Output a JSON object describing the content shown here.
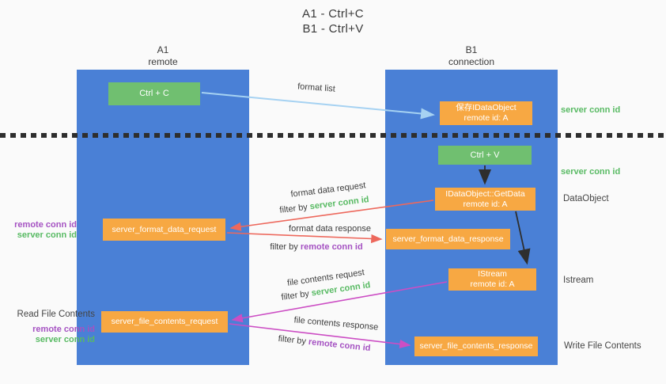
{
  "title": {
    "line1": "A1 - Ctrl+C",
    "line2": "B1 - Ctrl+V"
  },
  "lanes": {
    "left": {
      "name": "A1",
      "subtitle": "remote"
    },
    "right": {
      "name": "B1",
      "subtitle": "connection"
    }
  },
  "nodes": {
    "ctrl_c": {
      "label": "Ctrl + C"
    },
    "ctrl_v": {
      "label": "Ctrl + V"
    },
    "save_idataobject": {
      "line1": "保存IDataObject",
      "line2": "remote id: A"
    },
    "getdata": {
      "line1": "IDataObject::GetData",
      "line2": "remote id: A"
    },
    "istream": {
      "line1": "IStream",
      "line2": "remote id: A"
    },
    "server_format_data_request": {
      "label": "server_format_data_request"
    },
    "server_format_data_response": {
      "label": "server_format_data_response"
    },
    "server_file_contents_request": {
      "label": "server_file_contents_request"
    },
    "server_file_contents_response": {
      "label": "server_file_contents_response"
    }
  },
  "side_labels": {
    "right": {
      "server_conn_id_1": "server conn id",
      "server_conn_id_2": "server conn id",
      "dataobject": "DataObject",
      "istream": "Istream",
      "write_file_contents": "Write File Contents"
    },
    "left": {
      "remote_conn_id_1": "remote conn id",
      "server_conn_id_1": "server conn id",
      "read_file_contents": "Read File Contents",
      "remote_conn_id_2": "remote conn id",
      "server_conn_id_2": "server conn id"
    }
  },
  "arrow_labels": {
    "format_list": "format list",
    "format_data_request": "format data request",
    "filter_by_server_1": {
      "prefix": "filter by ",
      "keyword": "server conn id"
    },
    "format_data_response": "format data response",
    "filter_by_remote_1": {
      "prefix": "filter by ",
      "keyword": "remote conn id"
    },
    "file_contents_request": "file contents request",
    "filter_by_server_2": {
      "prefix": "filter by ",
      "keyword": "server conn id"
    },
    "file_contents_response": "file contents response",
    "filter_by_remote_2": {
      "prefix": "filter by ",
      "keyword": "remote conn id"
    }
  },
  "colors": {
    "lane_blue": "#4a80d6",
    "box_green": "#70bf70",
    "box_orange": "#f7a843",
    "text_green": "#58ba63",
    "text_purple": "#a552c2",
    "arrow_blue": "#a6d2f2",
    "arrow_red": "#ed685c",
    "arrow_magenta": "#cc4ec4",
    "arrow_black": "#2e2e2e",
    "background": "#fafafa"
  }
}
